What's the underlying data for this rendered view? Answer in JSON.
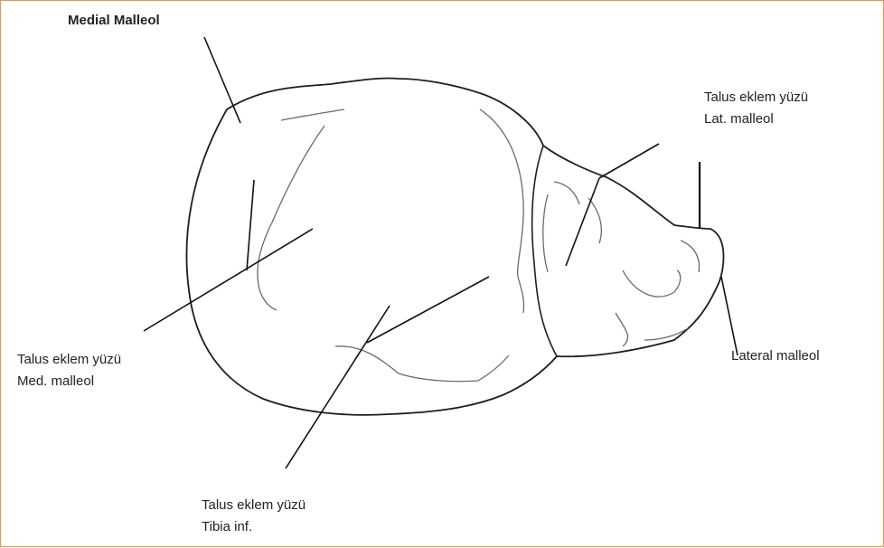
{
  "labels": {
    "medial_malleol": "Medial Malleol",
    "lat_surface_line1": "Talus eklem yüzü",
    "lat_surface_line2": "Lat. malleol",
    "lateral_malleol": "Lateral malleol",
    "med_surface_line1": "Talus eklem yüzü",
    "med_surface_line2": "Med. malleol",
    "tibia_surface_line1": "Talus eklem yüzü",
    "tibia_surface_line2": "Tibia inf."
  },
  "colors": {
    "frame_border": "#f0914a",
    "outline": "#1e1e1e",
    "contour": "#6a6a6a",
    "leader": "#111111"
  }
}
